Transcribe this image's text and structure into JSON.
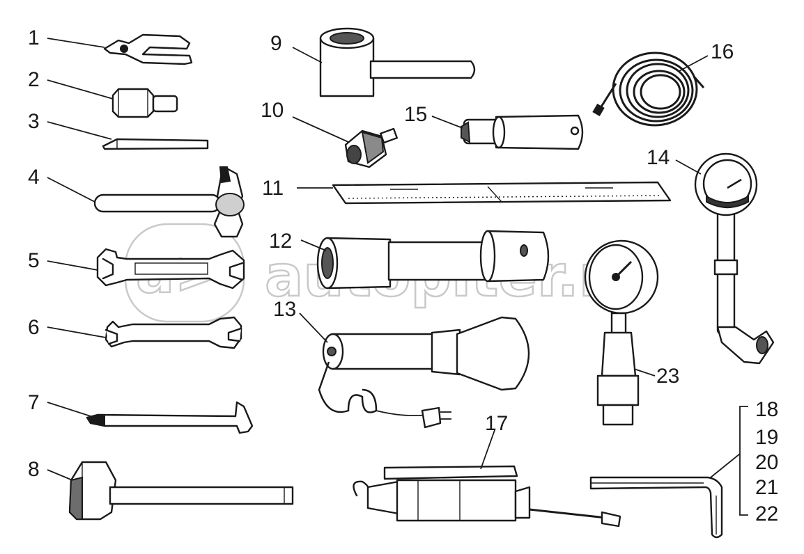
{
  "labels": {
    "n1": "1",
    "n2": "2",
    "n3": "3",
    "n4": "4",
    "n5": "5",
    "n6": "6",
    "n7": "7",
    "n8": "8",
    "n9": "9",
    "n10": "10",
    "n11": "11",
    "n12": "12",
    "n13": "13",
    "n14": "14",
    "n15": "15",
    "n16": "16",
    "n17": "17",
    "n18": "18",
    "n19": "19",
    "n20": "20",
    "n21": "21",
    "n22": "22",
    "n23": "23"
  },
  "watermark": "autopiter.ru",
  "watermark_logo": "a>"
}
